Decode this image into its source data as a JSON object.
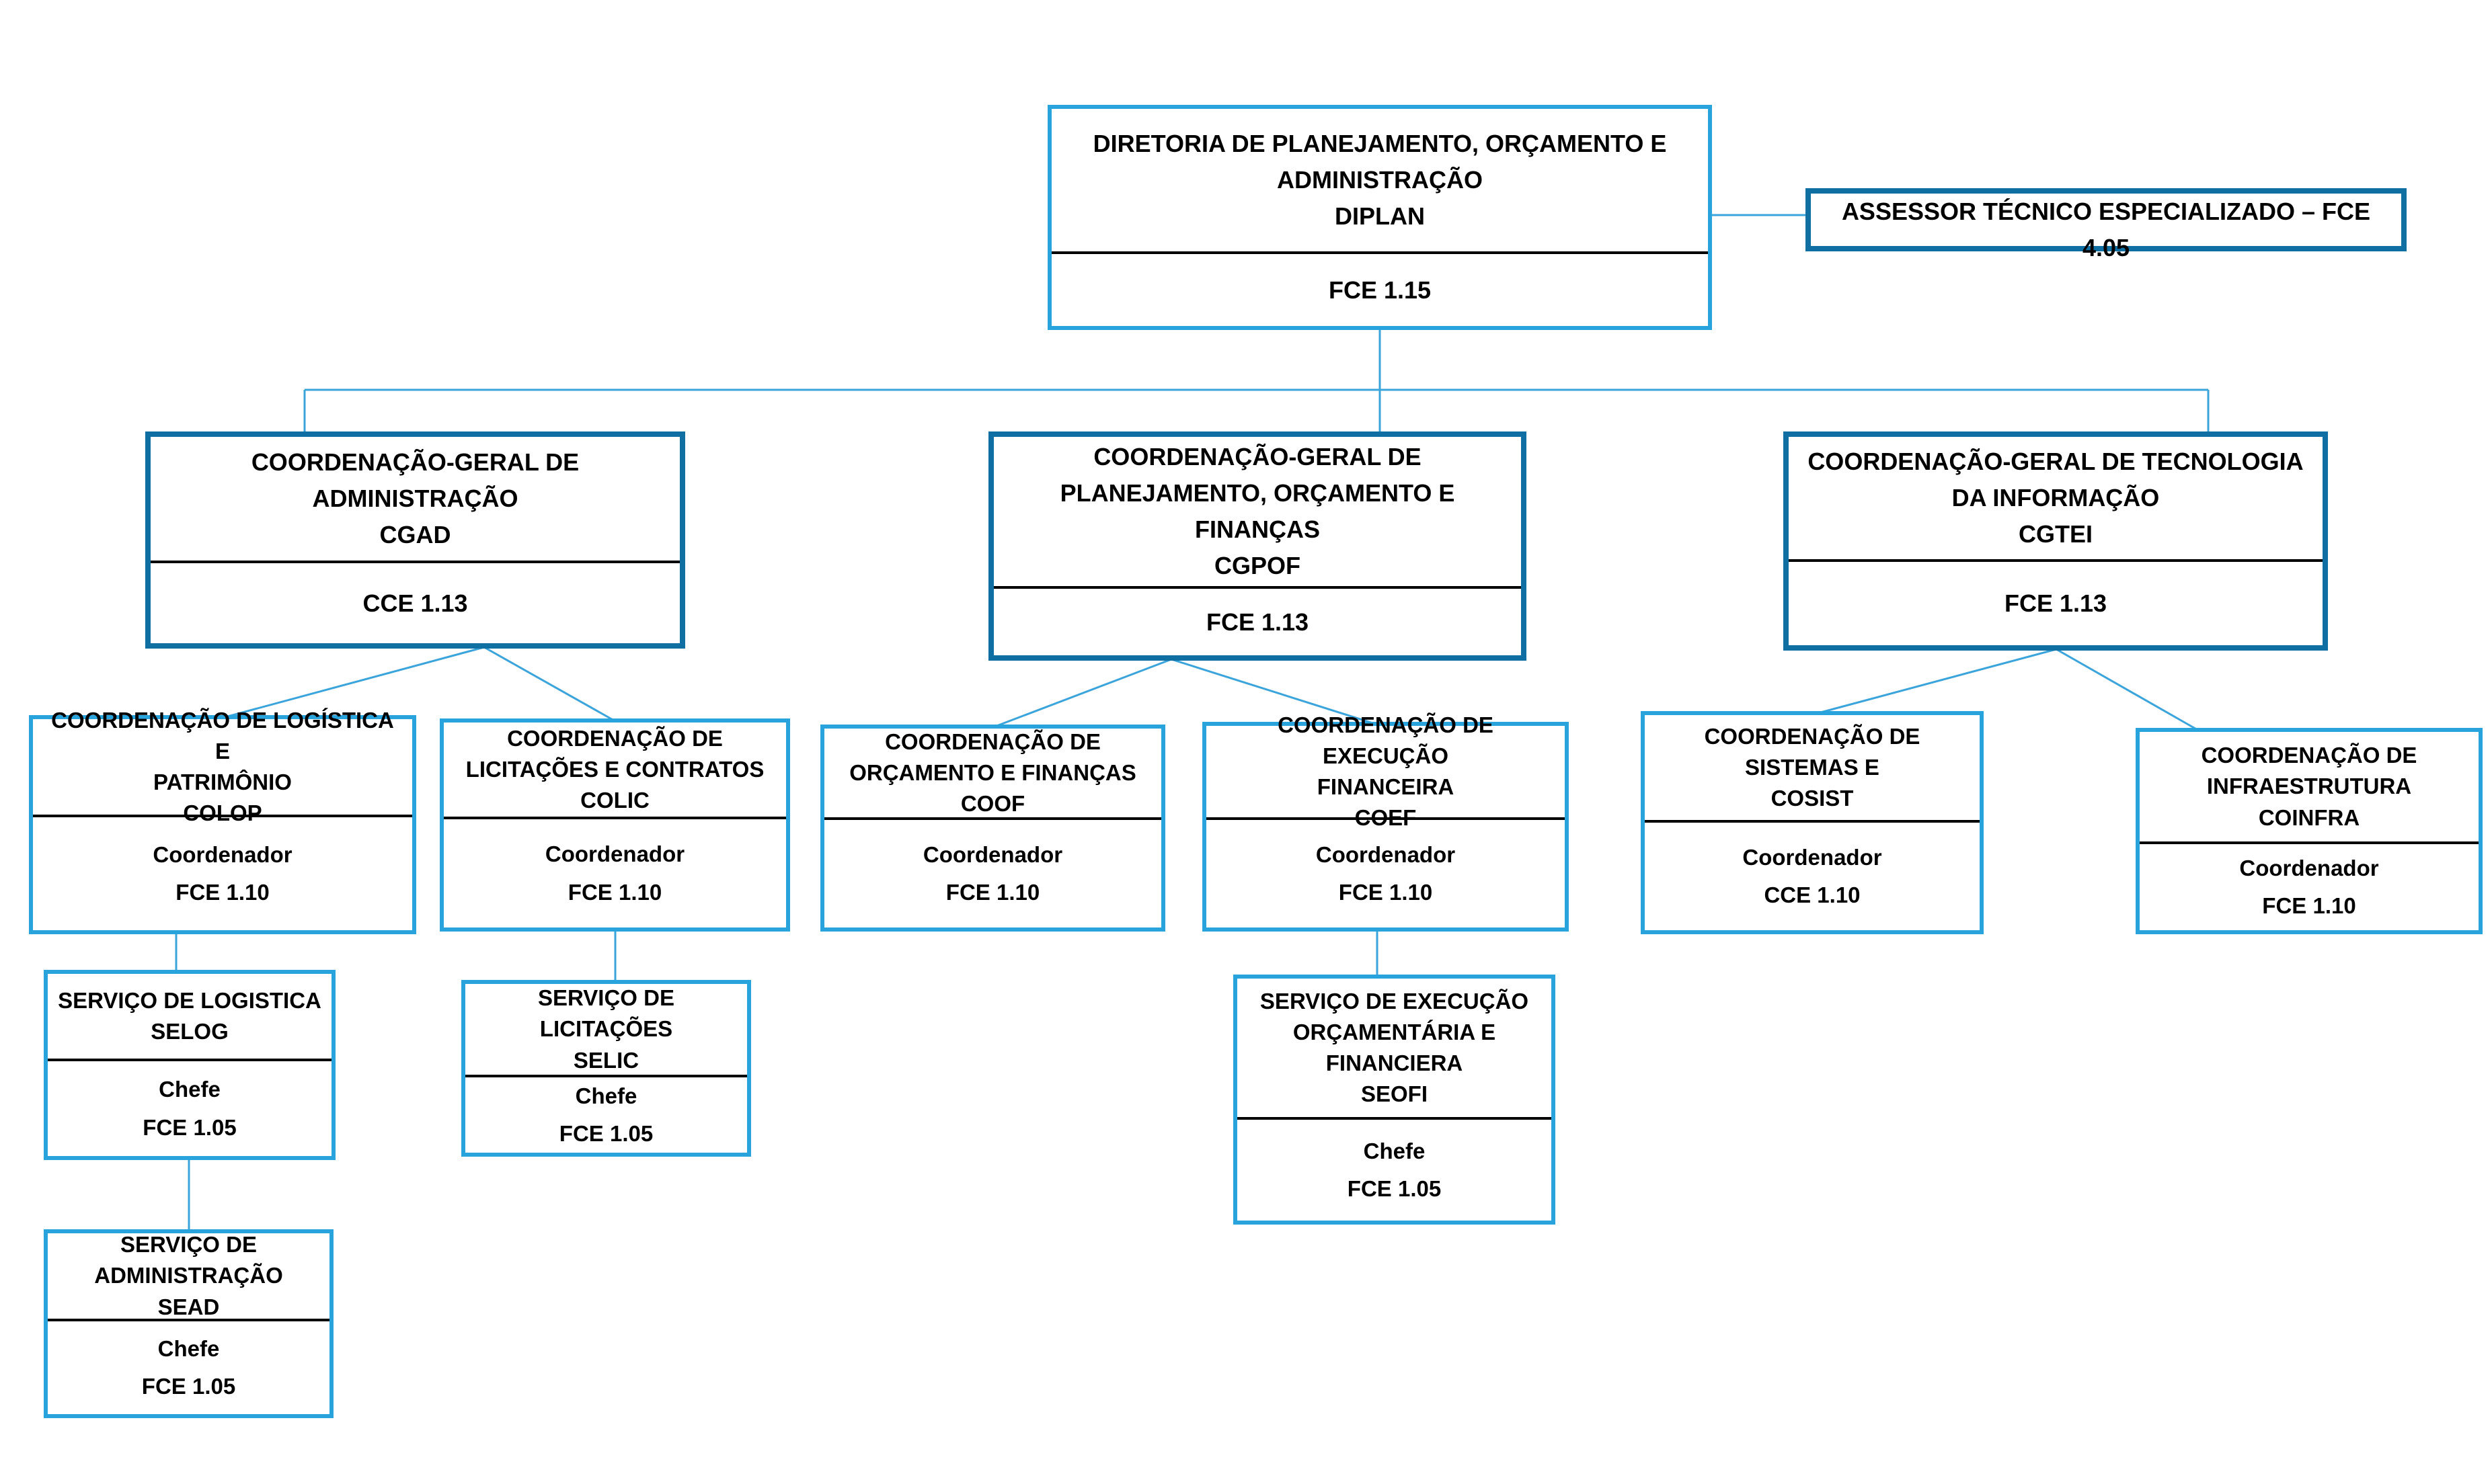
{
  "nodes": {
    "diplan": {
      "title": "DIRETORIA DE PLANEJAMENTO, ORÇAMENTO E\nADMINISTRAÇÃO\nDIPLAN",
      "grade": "FCE 1.15"
    },
    "assessor": {
      "title": "ASSESSOR TÉCNICO ESPECIALIZADO – FCE 4.05"
    },
    "cgad": {
      "title": "COORDENAÇÃO-GERAL DE\nADMINISTRAÇÃO\nCGAD",
      "grade": "CCE 1.13"
    },
    "cgpof": {
      "title": "COORDENAÇÃO-GERAL DE\nPLANEJAMENTO, ORÇAMENTO E\nFINANÇAS\nCGPOF",
      "grade": "FCE 1.13"
    },
    "cgtei": {
      "title": "COORDENAÇÃO-GERAL DE TECNOLOGIA\nDA INFORMAÇÃO\nCGTEI",
      "grade": "FCE 1.13"
    },
    "colop": {
      "title": "COORDENAÇÃO DE LOGÍSTICA E\nPATRIMÔNIO\nCOLOP",
      "role": "Coordenador",
      "grade": "FCE 1.10"
    },
    "colic": {
      "title": "COORDENAÇÃO DE\nLICITAÇÕES E CONTRATOS\nCOLIC",
      "role": "Coordenador",
      "grade": "FCE 1.10"
    },
    "coof": {
      "title": "COORDENAÇÃO DE\nORÇAMENTO E FINANÇAS\nCOOF",
      "role": "Coordenador",
      "grade": "FCE 1.10"
    },
    "coef": {
      "title": "COORDENAÇÃO DE EXECUÇÃO\nFINANCEIRA\nCOEF",
      "role": "Coordenador",
      "grade": "FCE 1.10"
    },
    "cosist": {
      "title": "COORDENAÇÃO DE\nSISTEMAS E\nCOSIST",
      "role": "Coordenador",
      "grade": "CCE 1.10"
    },
    "coinfra": {
      "title": "COORDENAÇÃO DE\nINFRAESTRUTURA\nCOINFRA",
      "role": "Coordenador",
      "grade": "FCE 1.10"
    },
    "selog": {
      "title": "SERVIÇO DE LOGISTICA\nSELOG",
      "role": "Chefe",
      "grade": "FCE 1.05"
    },
    "selic": {
      "title": "SERVIÇO DE\nLICITAÇÕES\nSELIC",
      "role": "Chefe",
      "grade": "FCE 1.05"
    },
    "seofi": {
      "title": "SERVIÇO DE EXECUÇÃO\nORÇAMENTÁRIA E\nFINANCIERA\nSEOFI",
      "role": "Chefe",
      "grade": "FCE 1.05"
    },
    "sead": {
      "title": "SERVIÇO DE\nADMINISTRAÇÃO\nSEAD",
      "role": "Chefe",
      "grade": "FCE 1.05"
    }
  },
  "edges": [
    [
      "diplan",
      "cgad"
    ],
    [
      "diplan",
      "cgpof"
    ],
    [
      "diplan",
      "cgtei"
    ],
    [
      "diplan",
      "assessor"
    ],
    [
      "cgad",
      "colop"
    ],
    [
      "cgad",
      "colic"
    ],
    [
      "cgpof",
      "coof"
    ],
    [
      "cgpof",
      "coef"
    ],
    [
      "cgtei",
      "cosist"
    ],
    [
      "cgtei",
      "coinfra"
    ],
    [
      "colop",
      "selog"
    ],
    [
      "selog",
      "sead"
    ],
    [
      "colic",
      "selic"
    ],
    [
      "coef",
      "seofi"
    ]
  ],
  "colors": {
    "box_border_light": "#29A3DC",
    "box_border_dark": "#0F6FA3",
    "connector": "#3BA4DB",
    "divider": "#000000",
    "text": "#000000"
  }
}
